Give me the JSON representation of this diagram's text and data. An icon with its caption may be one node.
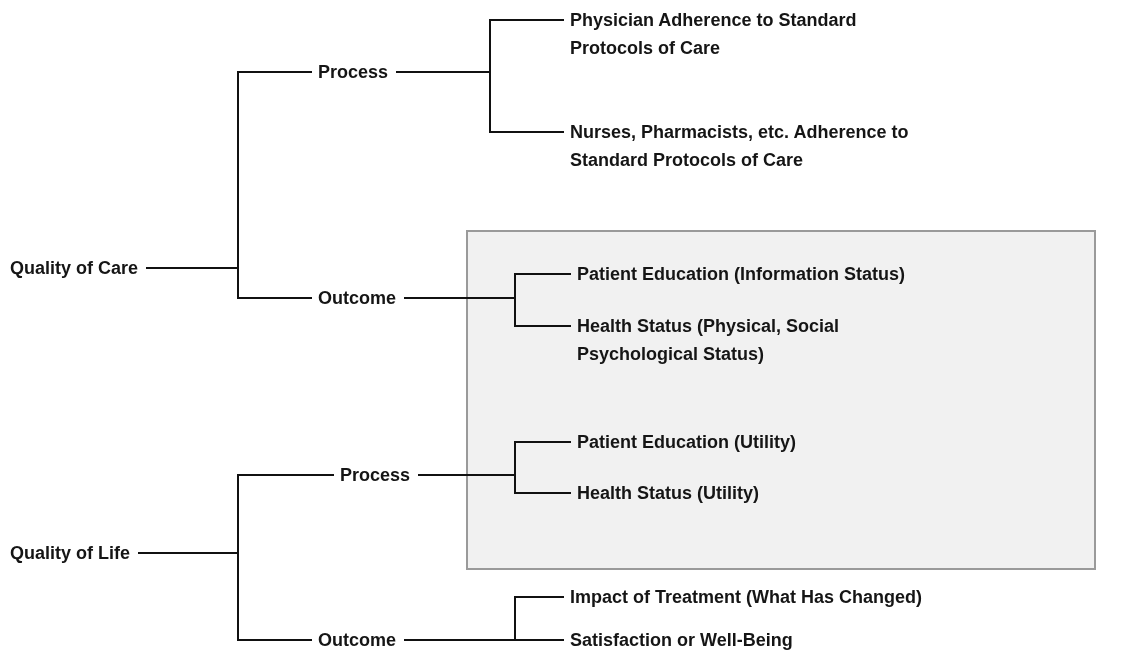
{
  "diagram": {
    "nodes": [
      {
        "text": [
          "Quality of Care"
        ]
      },
      {
        "text": [
          "Process"
        ]
      },
      {
        "text": [
          "Physician Adherence to Standard Protocols of Care"
        ]
      },
      {
        "text": [
          "Nurses, Pharmacists, etc. Adherence to Standard Protocols of Care"
        ]
      },
      {
        "text": [
          "Outcome"
        ]
      },
      {
        "text": [],
        "shape": "box"
      },
      {
        "text": [
          "Patient Education (Information Status)"
        ],
        "in": 5
      },
      {
        "text": [
          "Health Status (Physical, Social Psychological Status)"
        ],
        "in": 5
      },
      {
        "text": [
          "Process"
        ]
      },
      {
        "text": [
          "Patient Education (Utility)"
        ],
        "in": 5
      },
      {
        "text": [
          "Health Status (Utility)"
        ],
        "in": 5
      },
      {
        "text": [
          "Quality of Life"
        ]
      },
      {
        "text": [
          "Outcome"
        ]
      },
      {
        "text": [
          "Impact of Treatment (What Has Changed)"
        ]
      },
      {
        "text": [
          "Satisfaction or Well-Being"
        ]
      }
    ],
    "edges": [
      {
        "from": 0,
        "to": 1,
        "arrow": "none"
      },
      {
        "from": 0,
        "to": 4,
        "arrow": "none"
      },
      {
        "from": 1,
        "to": 2,
        "arrow": "none"
      },
      {
        "from": 1,
        "to": 3,
        "arrow": "none"
      },
      {
        "from": 4,
        "to": 6,
        "arrow": "none"
      },
      {
        "from": 4,
        "to": 7,
        "arrow": "none"
      },
      {
        "from": 11,
        "to": 8,
        "arrow": "none"
      },
      {
        "from": 11,
        "to": 12,
        "arrow": "none"
      },
      {
        "from": 8,
        "to": 9,
        "arrow": "none"
      },
      {
        "from": 8,
        "to": 10,
        "arrow": "none"
      },
      {
        "from": 12,
        "to": 13,
        "arrow": "none"
      },
      {
        "from": 12,
        "to": 14,
        "arrow": "none"
      }
    ]
  }
}
